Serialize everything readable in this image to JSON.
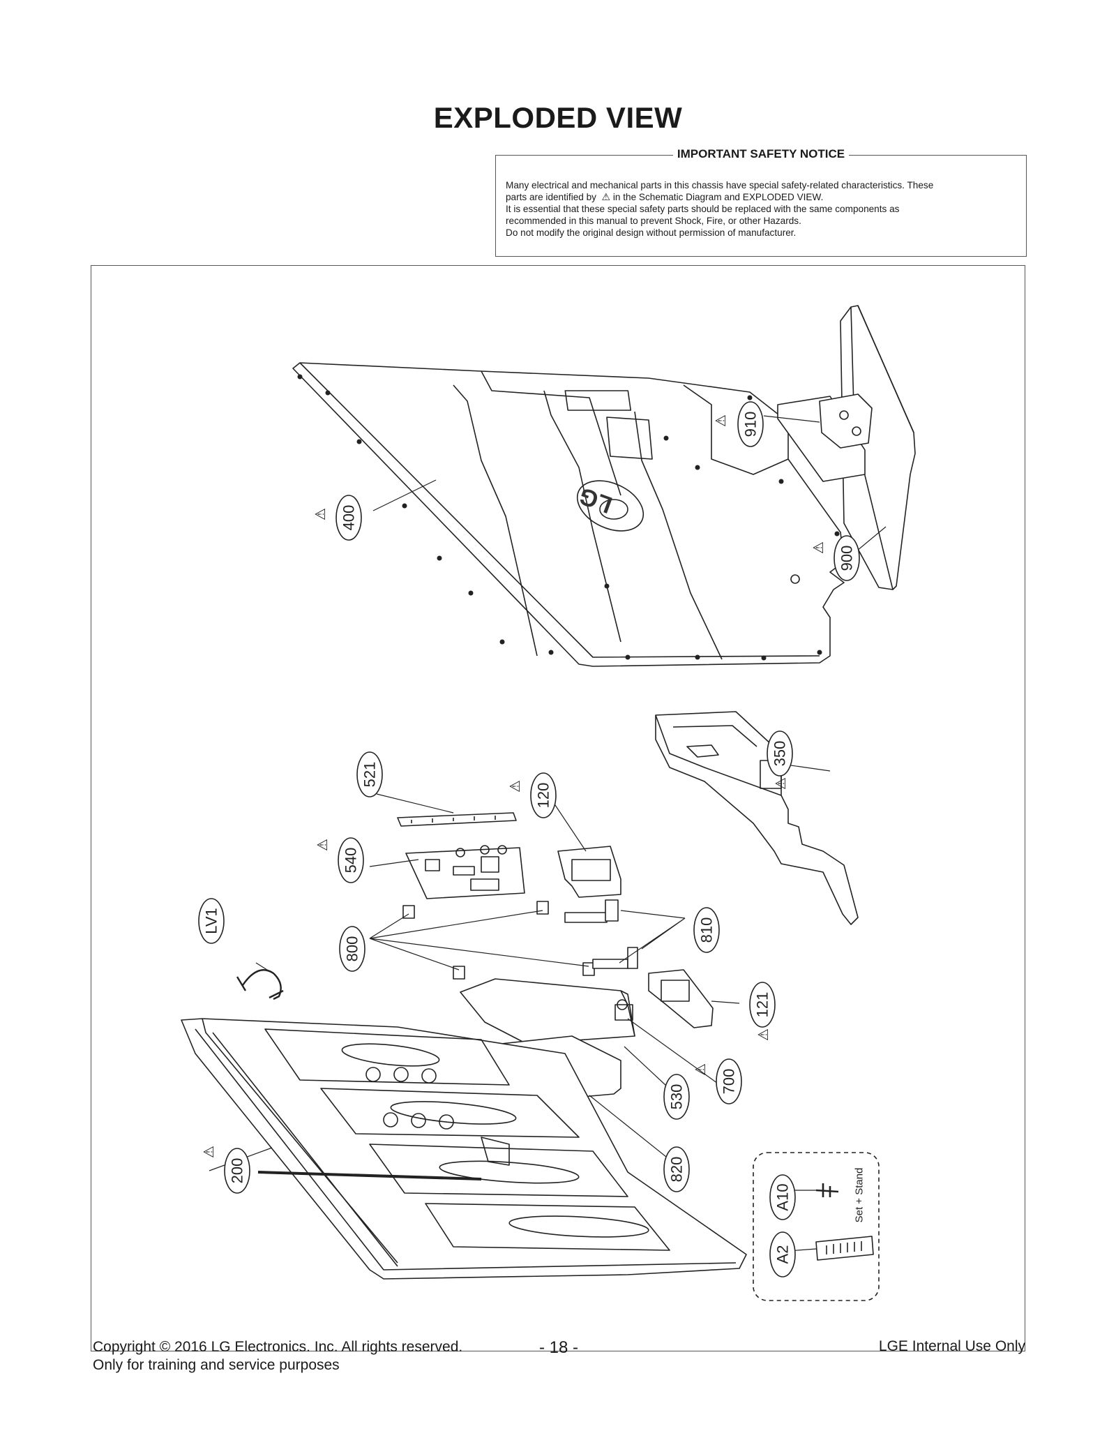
{
  "page": {
    "title": "EXPLODED VIEW",
    "page_number": "- 18 -"
  },
  "notice": {
    "title": "IMPORTANT SAFETY NOTICE",
    "line1": "Many electrical and mechanical parts in this chassis have special safety-related characteristics. These",
    "line2_before": "parts are identified by",
    "line2_after": "in the Schematic Diagram and EXPLODED VIEW.",
    "line3": "It is essential that these special safety parts should be replaced with the same components as",
    "line4": "recommended in this manual to prevent Shock, Fire, or other Hazards.",
    "line5": "Do not modify the original design without permission of manufacturer."
  },
  "diagram": {
    "logo_text": "LG",
    "accessory_note": "Set + Stand",
    "callouts": {
      "c910": "910",
      "c400": "400",
      "c900": "900",
      "c350": "350",
      "c521": "521",
      "c120": "120",
      "c540": "540",
      "cLV1": "LV1",
      "c800": "800",
      "c810": "810",
      "c121": "121",
      "c700": "700",
      "c530": "530",
      "c820": "820",
      "c200": "200",
      "cA10": "A10",
      "cA2": "A2"
    }
  },
  "footer": {
    "copyright": "Copyright  © 2016 LG Electronics. Inc. All rights reserved.",
    "training": "Only for training and service purposes",
    "internal": "LGE Internal Use Only"
  }
}
